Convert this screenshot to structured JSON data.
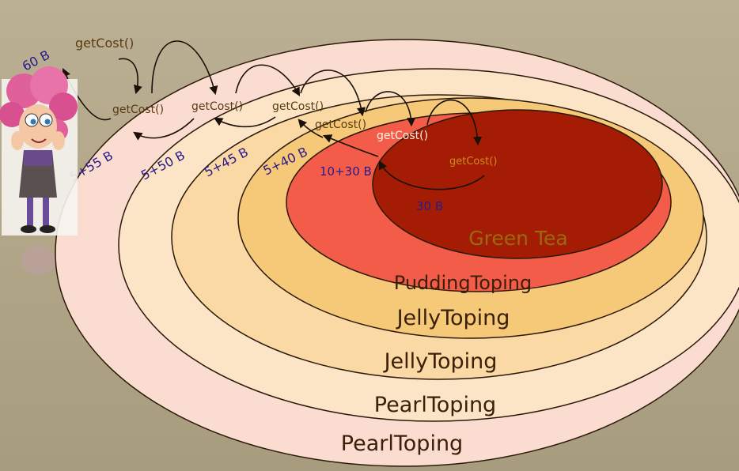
{
  "layers": [
    {
      "name": "PearlToping",
      "fill": "#fbdcd0"
    },
    {
      "name": "PearlToping",
      "fill": "#fbe5c6"
    },
    {
      "name": "JellyToping",
      "fill": "#fad9a4"
    },
    {
      "name": "JellyToping",
      "fill": "#f6c978"
    },
    {
      "name": "PuddingToping",
      "fill": "#f45c4a"
    },
    {
      "name": "Green Tea",
      "fill": "#a51c05"
    }
  ],
  "calls": [
    {
      "label": "getCost()"
    },
    {
      "label": "getCost()"
    },
    {
      "label": "getCost()"
    },
    {
      "label": "getCost()"
    },
    {
      "label": "getCost()"
    },
    {
      "label": "getCost()"
    },
    {
      "label": "getCost()"
    }
  ],
  "costs": [
    {
      "label": "60 B"
    },
    {
      "label": "5+55 B"
    },
    {
      "label": "5+50 B"
    },
    {
      "label": "5+45 B"
    },
    {
      "label": "5+40 B"
    },
    {
      "label": "10+30 B"
    },
    {
      "label": "30 B"
    }
  ],
  "colors": {
    "background": "#b5a98a",
    "call_text": "#5a3a10",
    "inner_call_text": "#d08a20",
    "cost_text": "#2a1a8a",
    "core_label": "#9a6a10",
    "layer_label": "#3a2008",
    "outline": "#2a1808"
  },
  "character": {
    "icon": "girl-character-icon"
  }
}
